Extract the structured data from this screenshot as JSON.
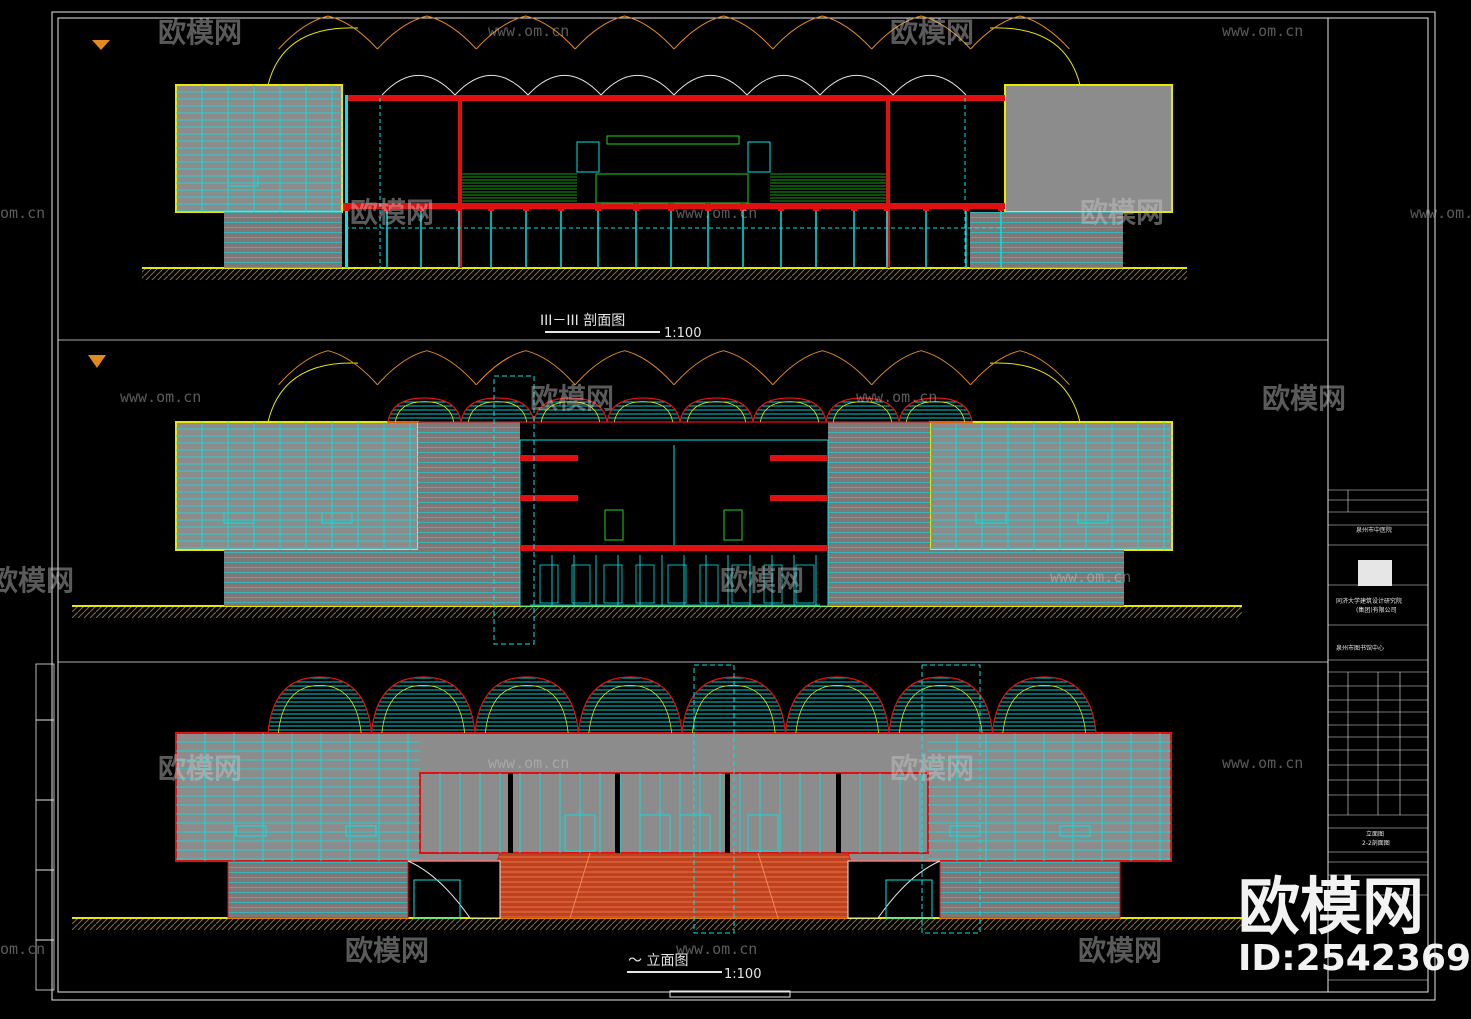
{
  "sheet": {
    "section_title": "III－III 剖面图",
    "section_scale": "1:100",
    "elevation_title": "～  立面图",
    "elevation_scale": "1:100"
  },
  "title_block": {
    "project_name": "泉州市中医院",
    "design_institute": "同济大学建筑设计研究院",
    "design_institute_sub": "(集团)有限公司",
    "project_title": "泉州市图书馆中心",
    "drawing_name": "立面图",
    "drawing_sub": "2-2剖面图"
  },
  "watermark": {
    "brand": "欧模网",
    "url": "www.om.cn",
    "url_short": "om.cn",
    "id_text": "ID:2542369"
  },
  "colors": {
    "background": "#000000",
    "cyan": "#00e5e5",
    "yellow": "#e8e800",
    "red": "#e01010",
    "orange": "#e08a20",
    "gray": "#8c8c8c",
    "white": "#e6e6e6",
    "green": "#20d020"
  }
}
